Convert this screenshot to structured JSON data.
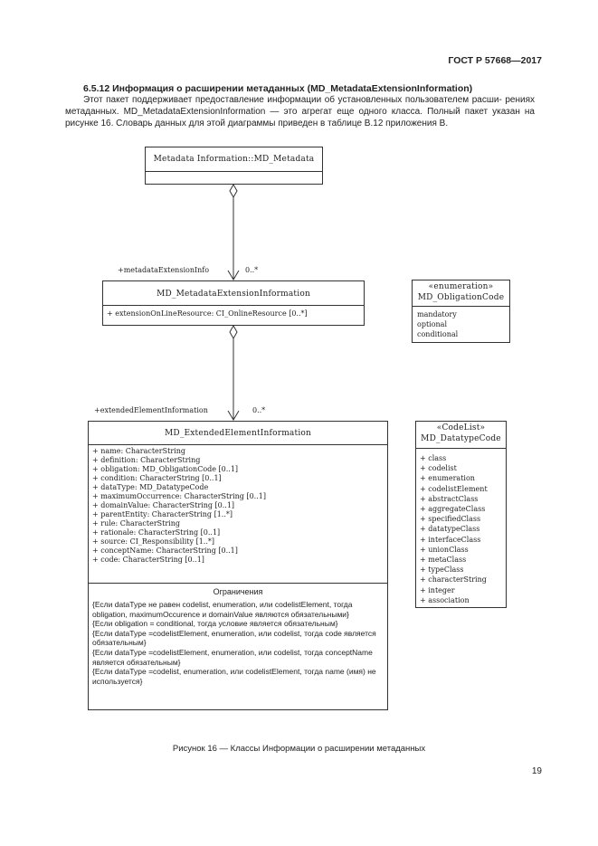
{
  "header": {
    "standard": "ГОСТ Р 57668—2017"
  },
  "section": {
    "title": "6.5.12 Информация о расширении метаданных (MD_MetadataExtensionInformation)",
    "paragraph": "Этот пакет поддерживает предоставление информации об установленных пользователем расши- рениях метаданных. MD_MetadataExtensionInformation — это агрегат еще одного класса. Полный пакет указан на рисунке 16. Словарь данных для этой диаграммы приведен в таблице B.12 приложения B."
  },
  "diagram": {
    "metadata_class": {
      "name": "Metadata Information::MD_Metadata"
    },
    "assoc1": {
      "role": "+metadataExtensionInfo",
      "multiplicity": "0..*"
    },
    "ext_info_class": {
      "name": "MD_MetadataExtensionInformation",
      "attributes": [
        "+  extensionOnLineResource:  CI_OnlineResource [0..*]"
      ]
    },
    "assoc2": {
      "role": "+extendedElementInformation",
      "multiplicity": "0..*"
    },
    "ext_element_class": {
      "name": "MD_ExtendedElementInformation",
      "attributes": [
        "+  name: CharacterString",
        "+  definition: CharacterString",
        "+  obligation: MD_ObligationCode [0..1]",
        "+  condition: CharacterString [0..1]",
        "+  dataType: MD_DatatypeCode",
        "+  maximumOccurrence: CharacterString [0..1]",
        "+  domainValue: CharacterString  [0..1]",
        "+  parentEntity: CharacterString [1..*]",
        "+  rule: CharacterString",
        "+  rationale: CharacterString [0..1]",
        "+  source: CI_Responsibility [1..*]",
        "+  conceptName: CharacterString [0..1]",
        "+  code: CharacterString [0..1]"
      ],
      "constraints_title": "Ограничения",
      "constraints": [
        "{Если dataType не равен codelist, enumeration, или codelistElement, тогда obligation, maximumOccurence и domainValue являются обязательными}",
        "{Если obligation = conditional, тогда условие является обязательным}",
        "{Если dataType =codelistElement, enumeration, или codelist, тогда code является обязательным}",
        "{Если dataType =codelistElement, enumeration, или codelist, тогда conceptName является обязательным}",
        "{Если dataType =codelist, enumeration, или codelistElement, тогда name (имя) не используется}"
      ]
    },
    "obligation_enum": {
      "stereotype": "«enumeration»",
      "name": "MD_ObligationCode",
      "literals": [
        "mandatory",
        "optional",
        "conditional"
      ]
    },
    "datatype_codelist": {
      "stereotype": "«CodeList»",
      "name": "MD_DatatypeCode",
      "literals": [
        "+  class",
        "+  codelist",
        "+  enumeration",
        "+  codelistElement",
        "+  abstractClass",
        "+  aggregateClass",
        "+  specifiedClass",
        "+  datatypeClass",
        "+  interfaceClass",
        "+  unionClass",
        "+  metaClass",
        "+  typeClass",
        "+  characterString",
        "+  integer",
        "+  association"
      ]
    }
  },
  "caption": "Рисунок 16 — Классы Информации о расширении метаданных",
  "page_number": "19"
}
